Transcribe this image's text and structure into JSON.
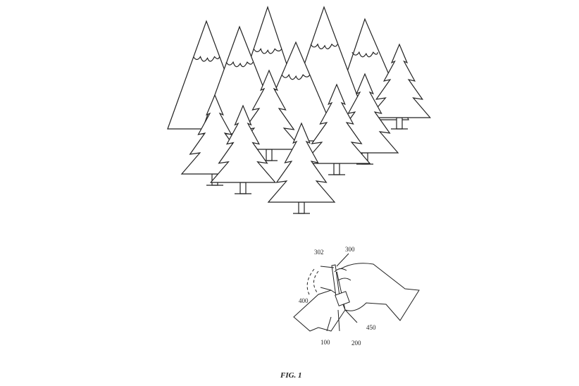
{
  "figure": {
    "caption": "FIG. 1",
    "reference_numerals": [
      "302",
      "300",
      "400",
      "450",
      "100",
      "200"
    ]
  }
}
